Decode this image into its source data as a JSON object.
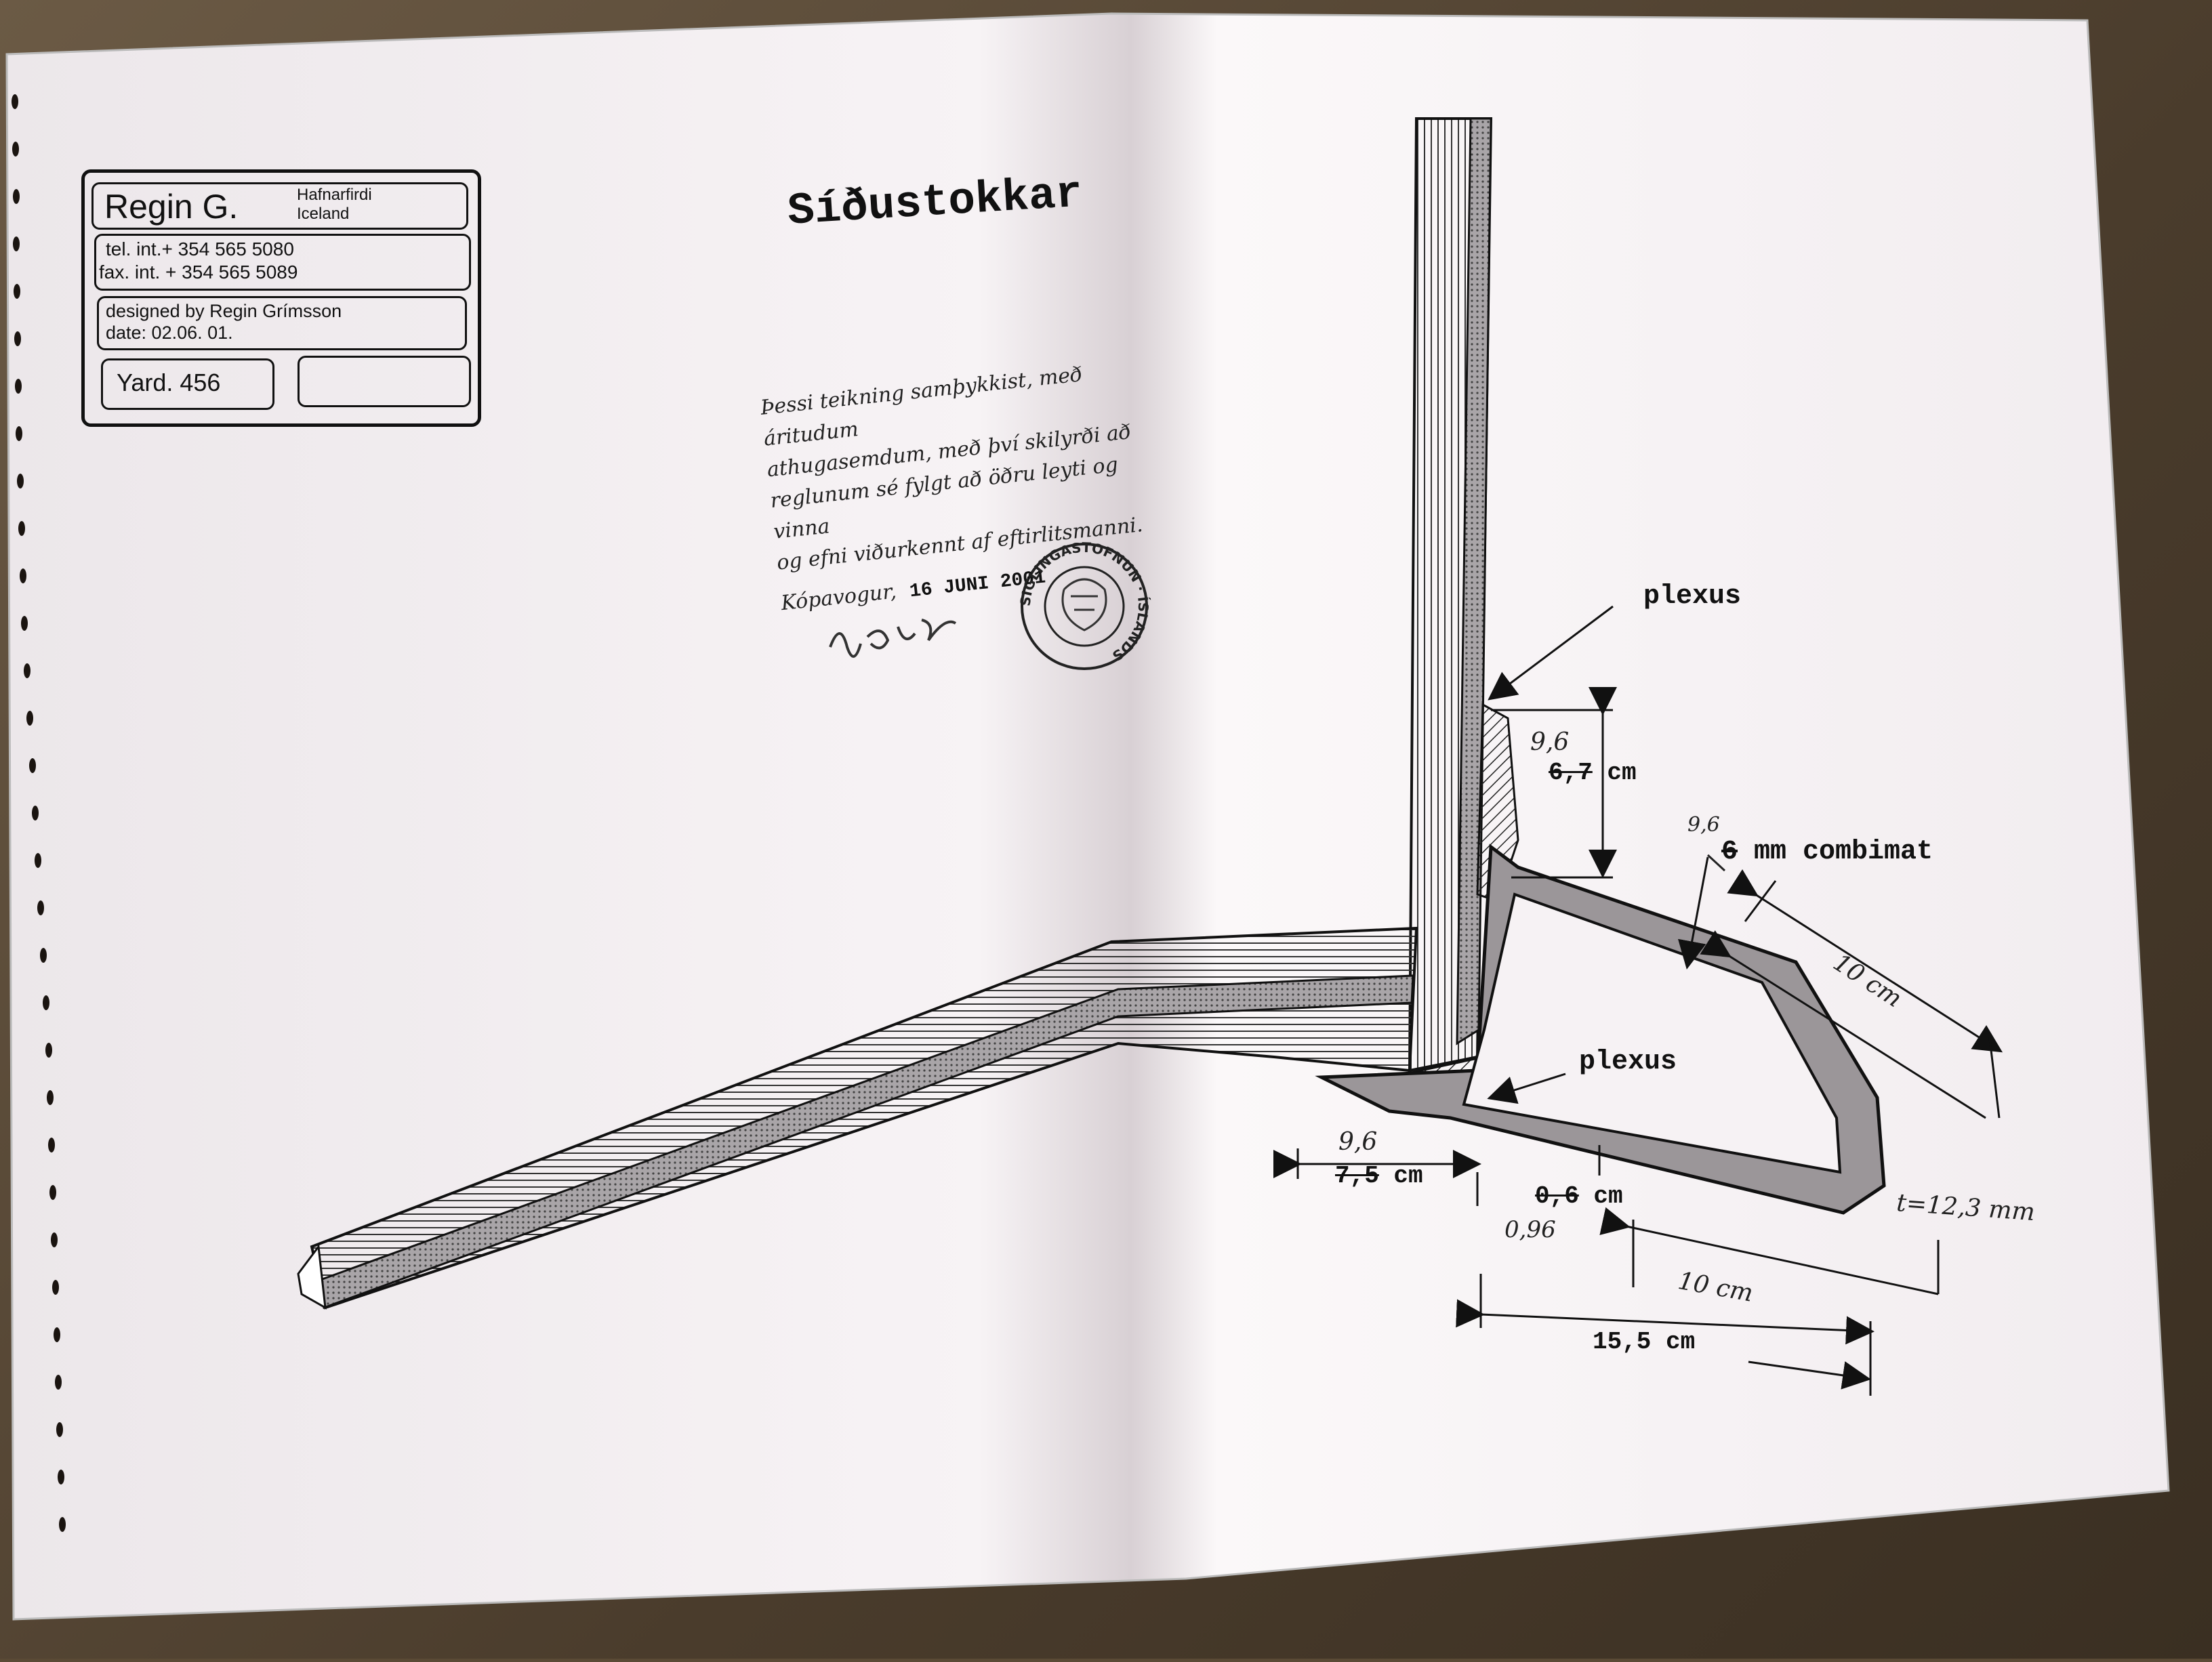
{
  "title_block": {
    "company": "Regin G.",
    "city": "Hafnarfirdi",
    "country": "Iceland",
    "phone": "tel. int.+ 354 565 5080",
    "fax": "fax. int. + 354 565 5089",
    "designer": "designed by Regin Grímsson",
    "date": "date: 02.06. 01.",
    "yard": "Yard. 456"
  },
  "drawing": {
    "title": "Síðustokkar",
    "approval_lines": [
      "Þessi teikning samþykkist, með áritudum",
      "athugasemdum, með því skilyrði að",
      "reglunum sé fylgt að öðru leyti og vinna",
      "og efni viðurkennt af eftirlitsmanni."
    ],
    "approval_place": "Kópavogur,",
    "approval_date": "16 JUNI 2001",
    "stamp_text": "SIGLINGASTOFNUN ÍSLANDS",
    "callouts": {
      "plexus_top": "plexus",
      "plexus_bottom": "plexus",
      "combimat_num": "6",
      "combimat_rest": " mm combimat"
    },
    "dimensions": {
      "height_value": "6,7",
      "height_unit": " cm",
      "left_value": "7,5",
      "left_unit": " cm",
      "gap_value": "0,6",
      "gap_unit": " cm",
      "bottom": "15,5 cm"
    },
    "handwritten": {
      "height_new": "9,6",
      "combimat_new": "9,6",
      "left_new": "9,6",
      "gap_new": "0,96",
      "diag_length": "10 cm",
      "bottom_length": "10 cm",
      "thickness": "t=12,3 mm"
    }
  },
  "colors": {
    "paper": "#f4f0f2",
    "ink": "#111111",
    "hatch": "#7d7d7d",
    "shadow": "#cfc8cc"
  }
}
